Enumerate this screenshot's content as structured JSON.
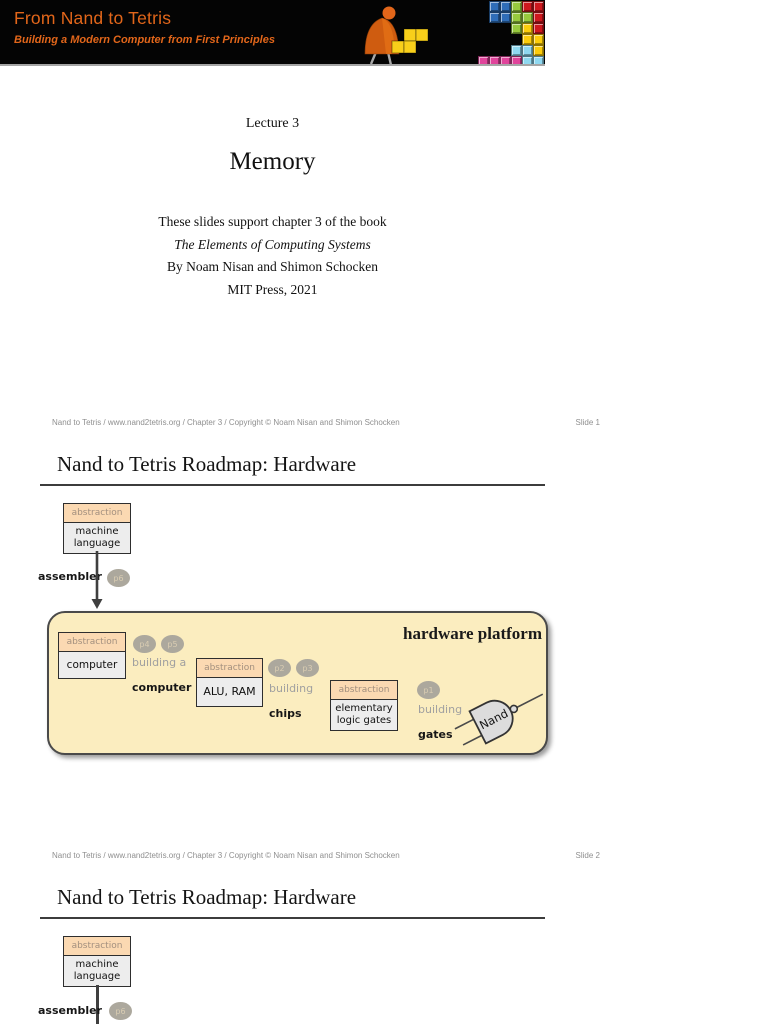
{
  "banner": {
    "title": "From Nand to Tetris",
    "subtitle": "Building a Modern Computer from First Principles",
    "bg_color": "#040404",
    "accent_color": "#e2661a",
    "tetris3": {
      "rows": [
        ".BBGRR",
        ".BBGGR",
        "...GYR",
        "....YY",
        "...CCY",
        "PPPPCC"
      ],
      "colors": {
        "B": "#2f6db7",
        "G": "#97c93d",
        "R": "#ce181e",
        "Y": "#fccc0a",
        "C": "#8fd8f0",
        "P": "#e0449b"
      }
    }
  },
  "slide1": {
    "lecture": "Lecture 3",
    "title": "Memory",
    "line1": "These slides support chapter 3 of the book",
    "line2": "The Elements of Computing Systems",
    "line3": "By Noam Nisan and Shimon Schocken",
    "line4": "MIT Press, 2021",
    "footer_left": "Nand to Tetris / www.nand2tetris.org / Chapter 3 / Copyright © Noam Nisan and Shimon Schocken",
    "footer_right": "Slide 1"
  },
  "slide2": {
    "title": "Nand to Tetris Roadmap: Hardware",
    "ml_box": {
      "header": "abstraction",
      "body": "machine\nlanguage"
    },
    "assembler_label": "assembler",
    "pill_p6": "p6",
    "platform_label": "hardware platform",
    "computer_box": {
      "header": "abstraction",
      "body": "computer"
    },
    "pill_p4": "p4",
    "pill_p5": "p5",
    "building_a_label": "building a",
    "computer_label": "computer",
    "alu_box": {
      "header": "abstraction",
      "body": "ALU, RAM"
    },
    "pill_p2": "p2",
    "pill_p3": "p3",
    "building_chips_label": "building",
    "chips_label": "chips",
    "gates_box": {
      "header": "abstraction",
      "body": "elementary\nlogic gates"
    },
    "pill_p1": "p1",
    "building_gates_label": "building",
    "gates_label": "gates",
    "nand_label": "Nand",
    "footer_left": "Nand to Tetris / www.nand2tetris.org / Chapter 3 / Copyright © Noam Nisan and Shimon Schocken",
    "footer_right": "Slide 2"
  },
  "slide3": {
    "title": "Nand to Tetris Roadmap: Hardware",
    "ml_box": {
      "header": "abstraction",
      "body": "machine\nlanguage"
    },
    "assembler_label": "assembler",
    "pill_p6": "p6"
  }
}
